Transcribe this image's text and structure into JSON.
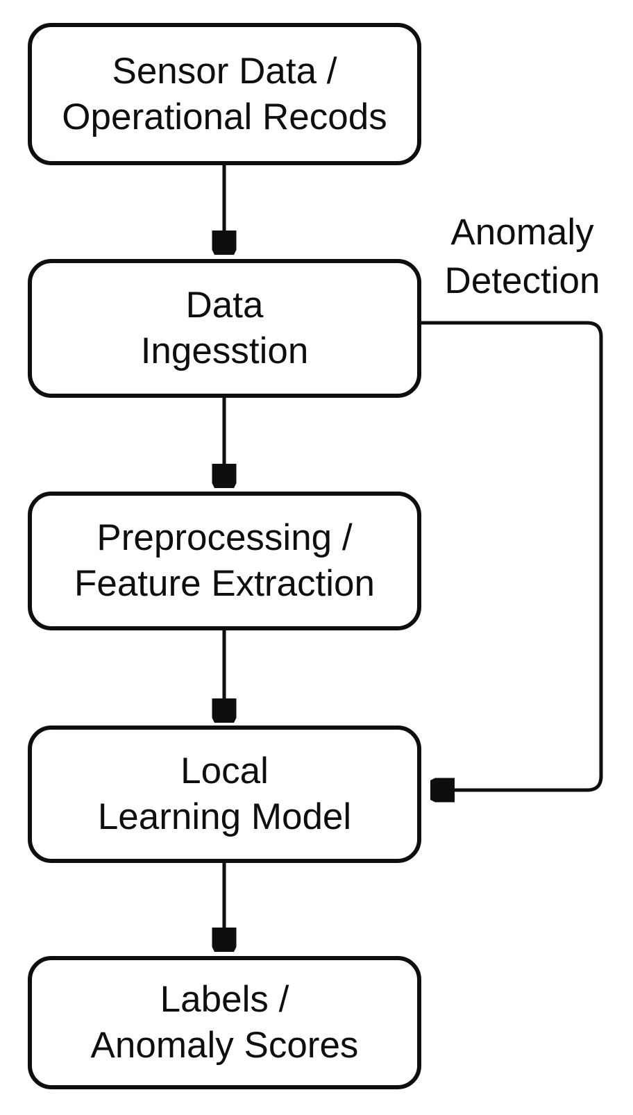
{
  "diagram": {
    "type": "flowchart",
    "background": "#ffffff",
    "stroke_color": "#0e0e0e",
    "node_fill": "#ffffff",
    "nodes": [
      {
        "id": "sensor-data",
        "lines": [
          "Sensor Data /",
          "Operational Recods"
        ]
      },
      {
        "id": "data-ingestion",
        "lines": [
          "Data",
          "Ingesstion"
        ]
      },
      {
        "id": "preprocessing",
        "lines": [
          "Preprocessing /",
          "Feature Extraction"
        ]
      },
      {
        "id": "local-model",
        "lines": [
          "Local",
          "Learning Model"
        ]
      },
      {
        "id": "labels-scores",
        "lines": [
          "Labels /",
          "Anomaly Scores"
        ]
      }
    ],
    "edge_label": {
      "lines": [
        "Anomaly",
        "Detection"
      ]
    },
    "edges": [
      {
        "from": "Sensor Data / Operational Recods",
        "to": "Data Ingesstion"
      },
      {
        "from": "Data Ingesstion",
        "to": "Preprocessing / Feature Extraction"
      },
      {
        "from": "Preprocessing / Feature Extraction",
        "to": "Local Learning Model"
      },
      {
        "from": "Local Learning Model",
        "to": "Labels / Anomaly Scores"
      },
      {
        "from": "Data Ingesstion",
        "to": "Local Learning Model",
        "label": "Anomaly Detection"
      }
    ]
  }
}
